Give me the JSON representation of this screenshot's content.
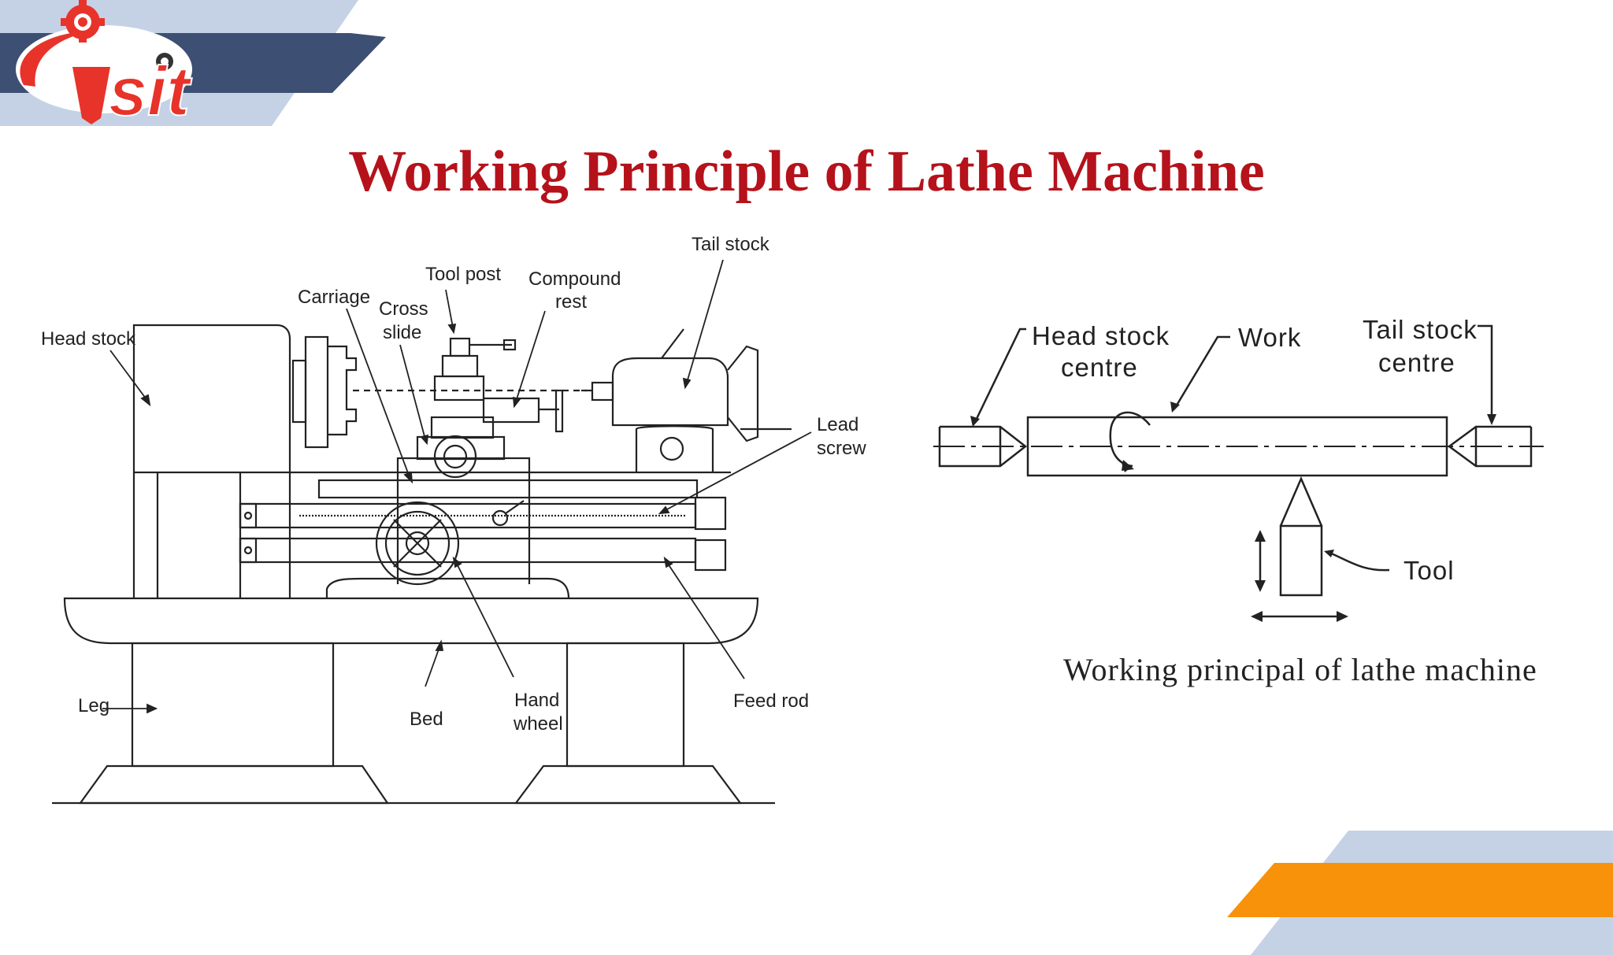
{
  "slide": {
    "title": "Working Principle of Lathe Machine",
    "title_color": "#b5121b",
    "logo_text": "sit",
    "colors": {
      "banner_dark": "#3d4f73",
      "banner_light": "#c5d2e6",
      "accent_orange": "#f7920a",
      "logo_red": "#e8332a"
    }
  },
  "lathe_diagram": {
    "labels": {
      "head_stock": "Head stock",
      "carriage": "Carriage",
      "cross_slide_1": "Cross",
      "cross_slide_2": "slide",
      "tool_post": "Tool post",
      "compound_rest_1": "Compound",
      "compound_rest_2": "rest",
      "tail_stock": "Tail stock",
      "lead_screw_1": "Lead",
      "lead_screw_2": "screw",
      "leg": "Leg",
      "bed": "Bed",
      "hand_wheel_1": "Hand",
      "hand_wheel_2": "wheel",
      "feed_rod": "Feed rod"
    }
  },
  "principle_diagram": {
    "labels": {
      "head_stock_centre_1": "Head stock",
      "head_stock_centre_2": "centre",
      "work": "Work",
      "tail_stock_centre_1": "Tail stock",
      "tail_stock_centre_2": "centre",
      "tool": "Tool"
    },
    "caption": "Working principal of lathe machine"
  }
}
